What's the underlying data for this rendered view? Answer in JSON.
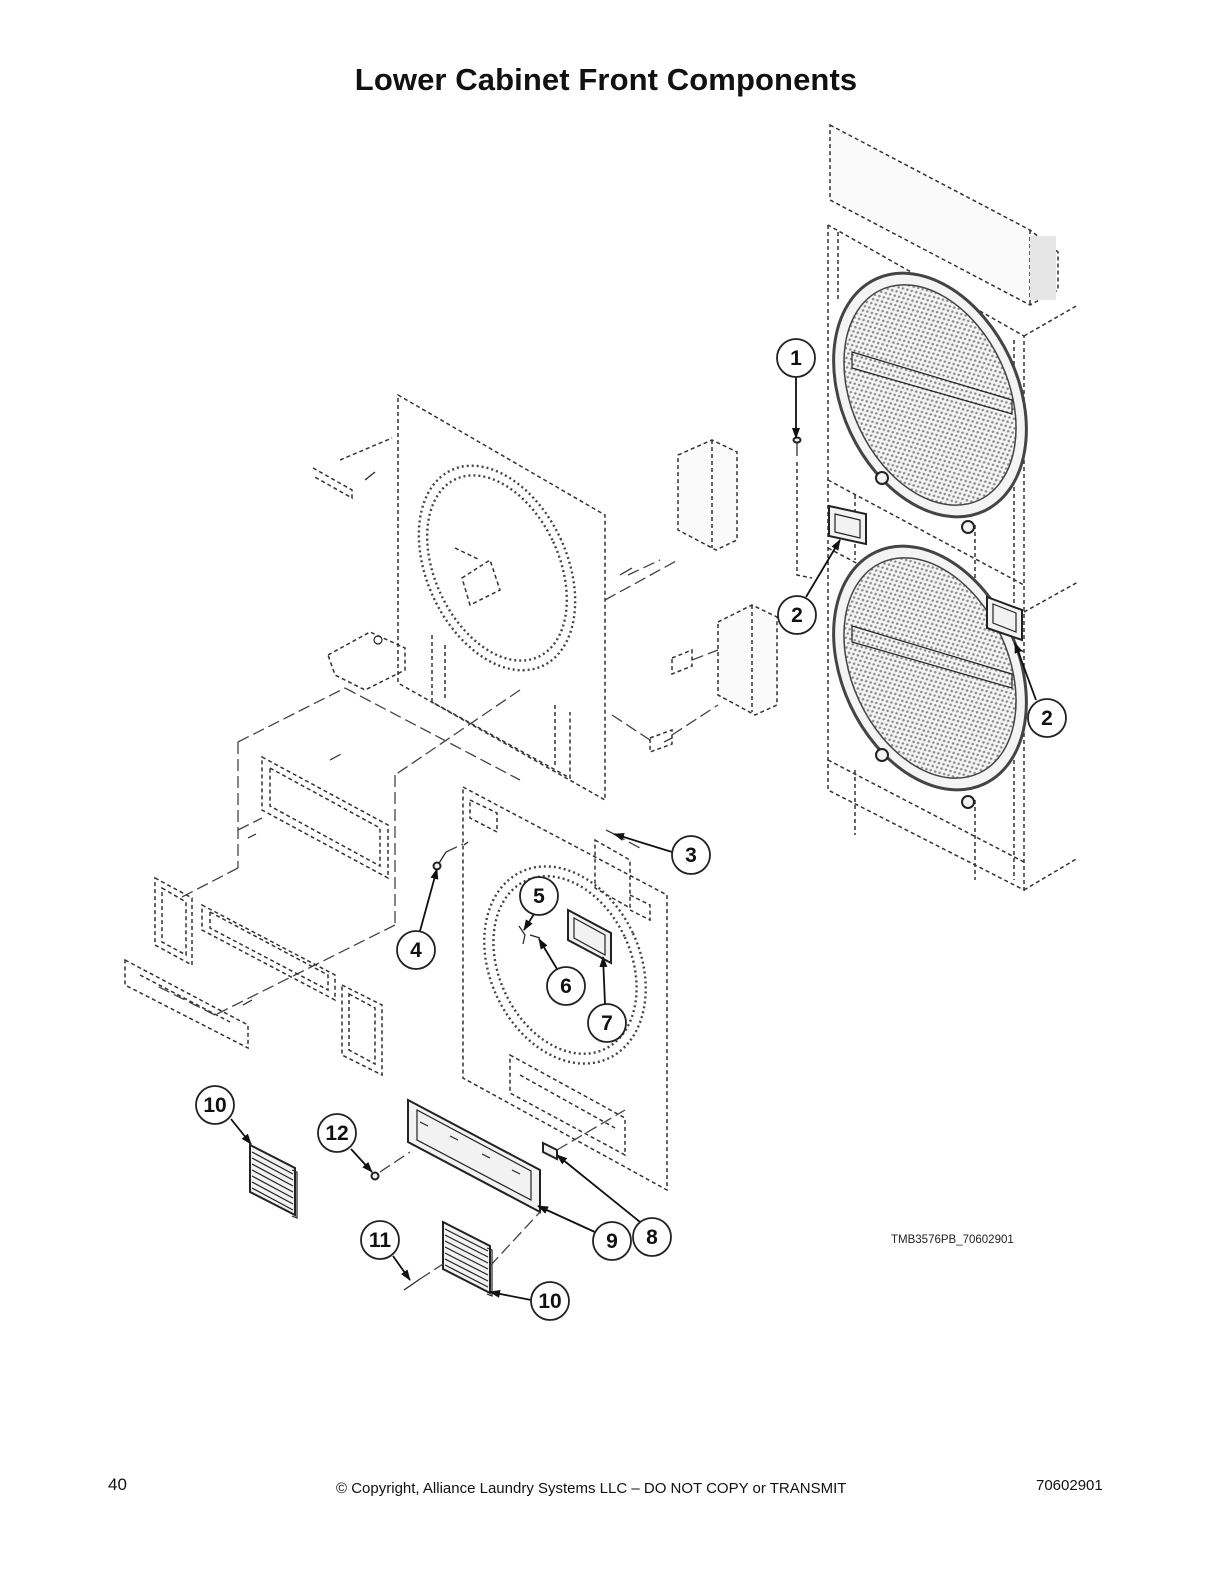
{
  "page": {
    "title": "Lower Cabinet Front Components",
    "page_number": "40",
    "copyright": "© Copyright, Alliance Laundry Systems LLC – DO NOT COPY or TRANSMIT",
    "doc_number": "70602901"
  },
  "figure": {
    "id": "TMB3576PB_70602901",
    "callouts": [
      "1",
      "2",
      "2",
      "3",
      "4",
      "5",
      "6",
      "7",
      "8",
      "9",
      "10",
      "10",
      "11",
      "12"
    ]
  }
}
